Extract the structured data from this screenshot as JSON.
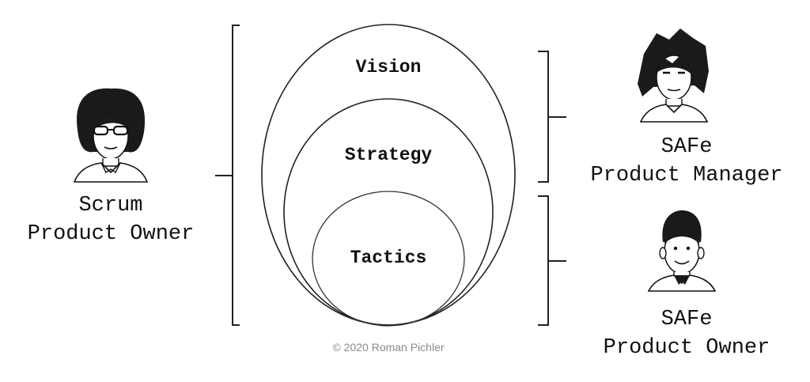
{
  "levels": {
    "vision": "Vision",
    "strategy": "Strategy",
    "tactics": "Tactics"
  },
  "roles": {
    "scrum": {
      "line1": "Scrum",
      "line2": "Product Owner"
    },
    "safe_pm": {
      "line1": "SAFe",
      "line2": "Product Manager"
    },
    "safe_po": {
      "line1": "SAFe",
      "line2": "Product Owner"
    }
  },
  "copyright": "© 2020 Roman Pichler",
  "colors": {
    "ink": "#111111",
    "copyright": "#8a8a8a",
    "background": "#ffffff"
  },
  "icons": [
    "woman-with-glasses-portrait",
    "woman-short-hair-portrait",
    "man-portrait"
  ]
}
